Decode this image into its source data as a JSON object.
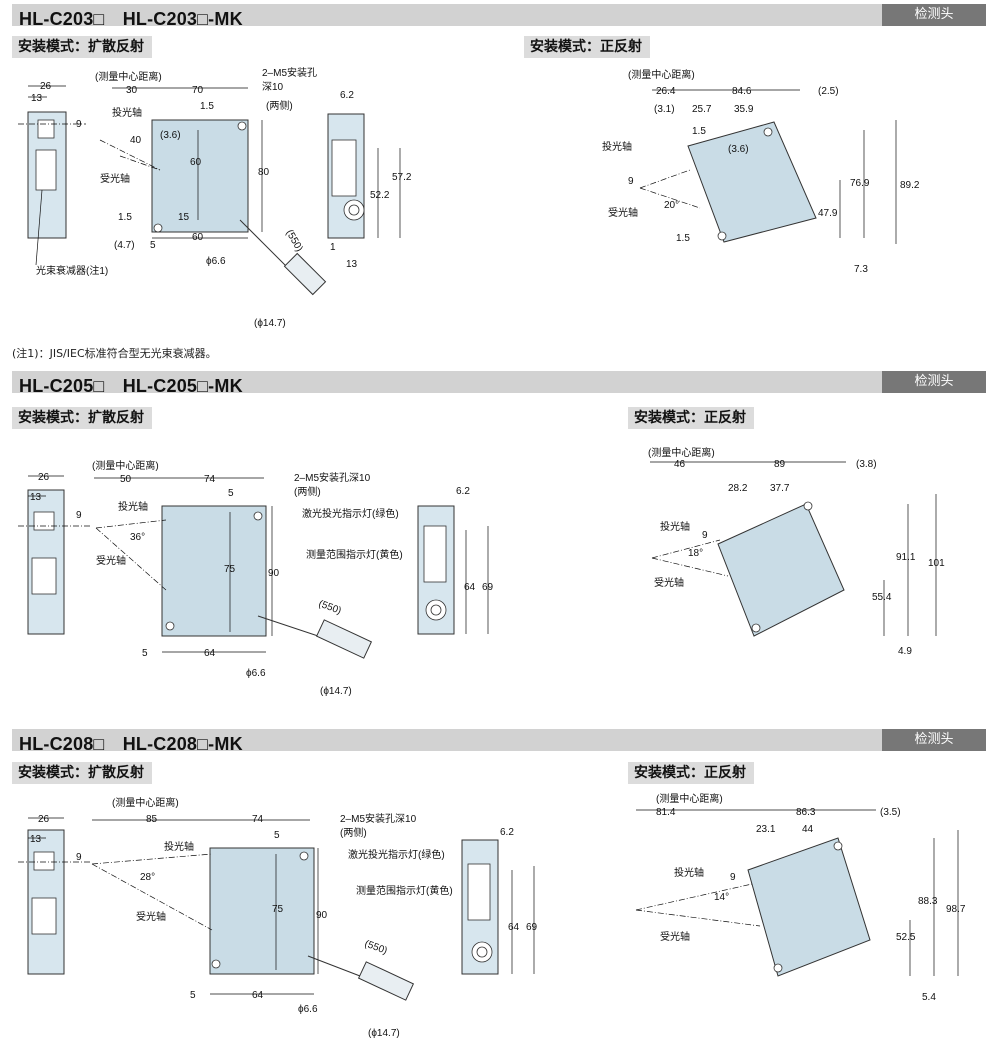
{
  "sections": [
    {
      "model": "HL-C203□　HL-C203□-MK",
      "tag": "检测头",
      "mode_diffuse": "安装模式：扩散反射",
      "mode_specular": "安装模式：正反射",
      "diffuse": {
        "center_distance": "(测量中心距离)",
        "mount_hole": "2–M5安装孔",
        "mount_depth": "深10",
        "both_sides": "(两侧)",
        "emit_axis": "投光轴",
        "recv_axis": "受光轴",
        "attenuator": "光束衰减器(注1)",
        "dims": [
          "26",
          "13",
          "9",
          "30",
          "70",
          "1.5",
          "40",
          "(3.6)",
          "60",
          "80",
          "1.5",
          "15",
          "60",
          "(4.7)",
          "5",
          "6.2",
          "57.2",
          "52.2",
          "1",
          "13",
          "(550)",
          "ϕ6.6",
          "(ϕ14.7)"
        ]
      },
      "specular": {
        "center_distance": "(测量中心距离)",
        "emit_axis": "投光轴",
        "recv_axis": "受光轴",
        "dims": [
          "26.4",
          "84.6",
          "(2.5)",
          "(3.1)",
          "25.7",
          "35.9",
          "1.5",
          "(3.6)",
          "9",
          "20°",
          "76.9",
          "89.2",
          "47.9",
          "1.5",
          "7.3"
        ]
      }
    },
    {
      "model": "HL-C205□　HL-C205□-MK",
      "tag": "检测头",
      "mode_diffuse": "安装模式：扩散反射",
      "mode_specular": "安装模式：正反射",
      "diffuse": {
        "center_distance": "(测量中心距离)",
        "mount_hole": "2–M5安装孔深10",
        "both_sides": "(两侧)",
        "emit_axis": "投光轴",
        "recv_axis": "受光轴",
        "laser_led": "激光投光指示灯(绿色)",
        "range_led": "测量范围指示灯(黄色)",
        "dims": [
          "26",
          "13",
          "9",
          "50",
          "74",
          "5",
          "36°",
          "75",
          "90",
          "5",
          "64",
          "(550)",
          "ϕ6.6",
          "(ϕ14.7)",
          "6.2",
          "64",
          "69"
        ]
      },
      "specular": {
        "center_distance": "(测量中心距离)",
        "emit_axis": "投光轴",
        "recv_axis": "受光轴",
        "dims": [
          "46",
          "89",
          "(3.8)",
          "28.2",
          "37.7",
          "9",
          "18°",
          "91.1",
          "101",
          "55.4",
          "4.9"
        ]
      }
    },
    {
      "model": "HL-C208□　HL-C208□-MK",
      "tag": "检测头",
      "mode_diffuse": "安装模式：扩散反射",
      "mode_specular": "安装模式：正反射",
      "diffuse": {
        "center_distance": "(测量中心距离)",
        "mount_hole": "2–M5安装孔深10",
        "both_sides": "(两侧)",
        "emit_axis": "投光轴",
        "recv_axis": "受光轴",
        "laser_led": "激光投光指示灯(绿色)",
        "range_led": "测量范围指示灯(黄色)",
        "dims": [
          "26",
          "13",
          "9",
          "85",
          "74",
          "5",
          "28°",
          "75",
          "90",
          "5",
          "64",
          "(550)",
          "ϕ6.6",
          "(ϕ14.7)",
          "6.2",
          "64",
          "69"
        ]
      },
      "specular": {
        "center_distance": "(测量中心距离)",
        "emit_axis": "投光轴",
        "recv_axis": "受光轴",
        "dims": [
          "81.4",
          "86.3",
          "(3.5)",
          "23.1",
          "44",
          "9",
          "14°",
          "88.3",
          "98.7",
          "52.5",
          "5.4"
        ]
      }
    }
  ],
  "note": "(注1)：JIS/IEC标准符合型无光束衰减器。",
  "colors": {
    "header_bg": "#d2d2d2",
    "tag_bg": "#777777",
    "body_fill": "#c9dce6"
  }
}
